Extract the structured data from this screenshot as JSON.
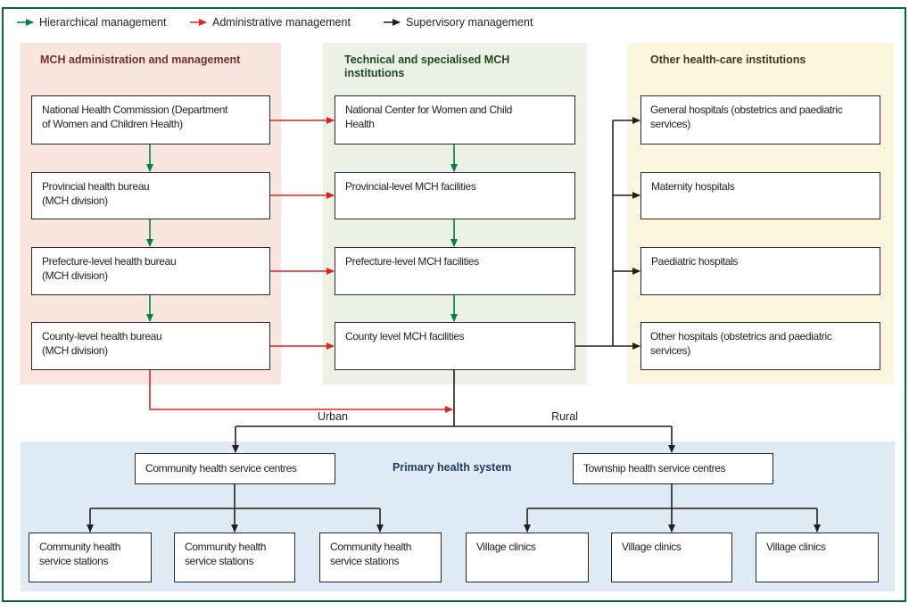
{
  "legend": {
    "items": [
      {
        "label": "Hierarchical management",
        "color": "#00843D"
      },
      {
        "label": "Administrative management",
        "color": "#E2231E"
      },
      {
        "label": "Supervisory management",
        "color": "#231F20"
      }
    ]
  },
  "panels": {
    "admin": {
      "title": "MCH administration and management",
      "title_color": "#7A2D26",
      "bg": "#F9E6E1",
      "boxes": [
        "National Health Commission (Department\nof Women and Children Health)",
        "Provincial health bureau\n(MCH division)",
        "Prefecture-level health bureau\n(MCH division)",
        "County-level health bureau\n(MCH division)"
      ]
    },
    "technical": {
      "title": "Technical and specialised MCH\ninstitutions",
      "title_color": "#20491F",
      "bg": "#EBF1E4",
      "boxes": [
        "National Center for Women and Child\nHealth",
        "Provincial-level MCH facilities",
        "Prefecture-level MCH facilities",
        "County level MCH facilities"
      ]
    },
    "other": {
      "title": "Other health-care institutions",
      "title_color": "#3B372A",
      "bg": "#FDF6DE",
      "boxes": [
        "General hospitals (obstetrics and paediatric\nservices)",
        "Maternity hospitals",
        "Paediatric hospitals",
        "Other hospitals (obstetrics and paediatric\nservices)"
      ]
    },
    "primary": {
      "title": "Primary health system",
      "title_color": "#1E3A5C",
      "bg": "#DEEBF5",
      "urban": {
        "parent": "Community health service centres",
        "children": [
          "Community health\nservice stations",
          "Community health\nservice stations",
          "Community health\nservice stations"
        ]
      },
      "rural": {
        "parent": "Township health service centres",
        "children": [
          "Village clinics",
          "Village clinics",
          "Village clinics"
        ]
      }
    }
  },
  "labels": {
    "urban": "Urban",
    "rural": "Rural"
  }
}
